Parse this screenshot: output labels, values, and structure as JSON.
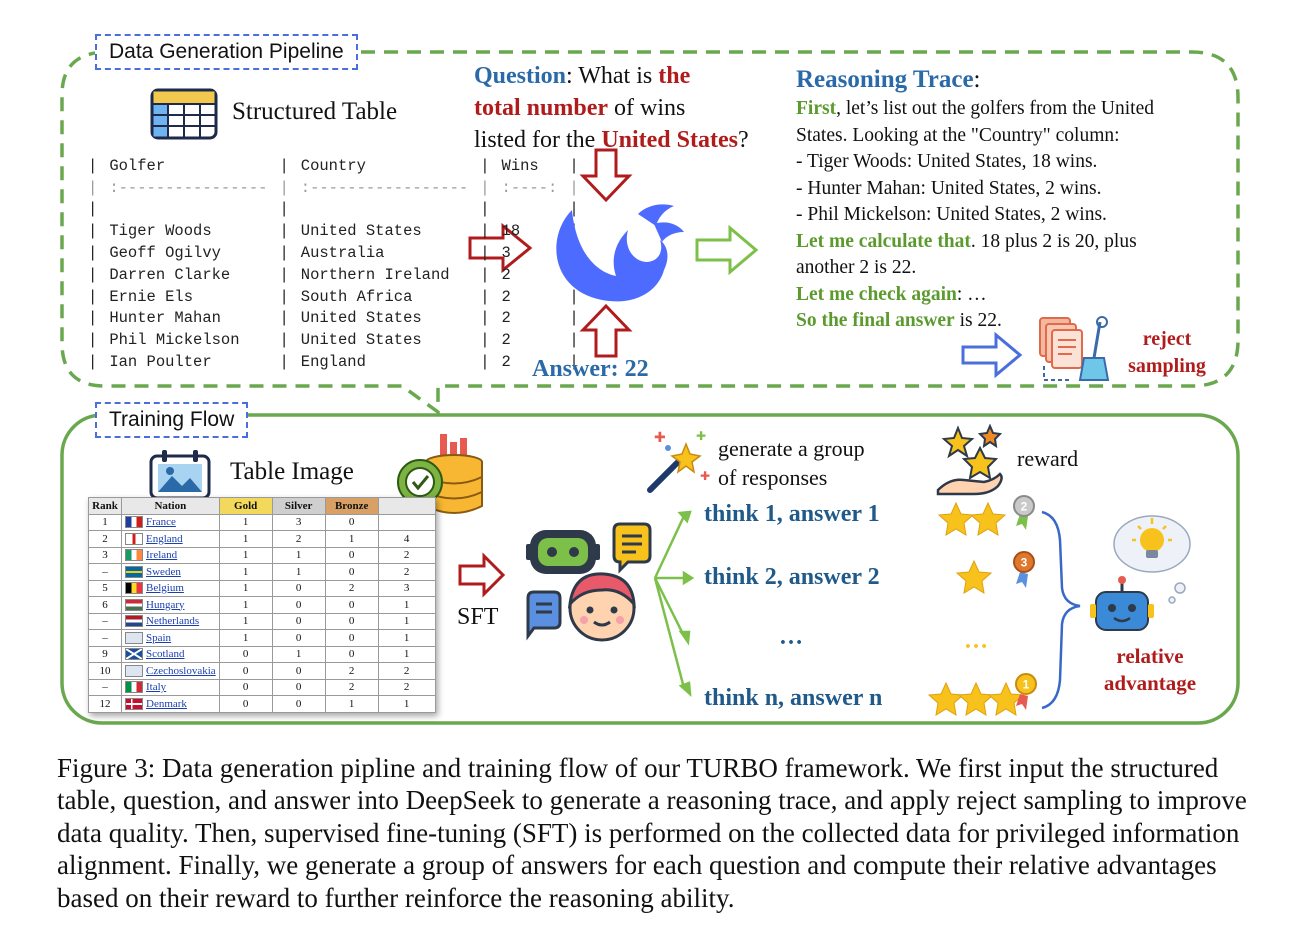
{
  "pipeline": {
    "tag": "Data Generation Pipeline",
    "structured_table_label": "Structured Table",
    "table": {
      "headers": [
        "Golfer",
        "Country",
        "Wins"
      ],
      "separator": [
        ":----------------",
        ":-----------------",
        ":----:"
      ],
      "rows": [
        [
          "Tiger Woods",
          "United States",
          "18"
        ],
        [
          "Geoff Ogilvy",
          "Australia",
          "3"
        ],
        [
          "Darren Clarke",
          "Northern Ireland",
          "2"
        ],
        [
          "Ernie Els",
          "South Africa",
          "2"
        ],
        [
          "Hunter Mahan",
          "United States",
          "2"
        ],
        [
          "Phil Mickelson",
          "United States",
          "2"
        ],
        [
          "Ian Poulter",
          "England",
          "2"
        ]
      ]
    },
    "question": {
      "label": "Question",
      "p1": ": What is ",
      "h1": "the",
      "h2": "total number",
      "p2": " of wins",
      "p3": "listed for the ",
      "h3": "United States",
      "p4": "?"
    },
    "answer": "Answer: 22",
    "trace": {
      "title": "Reasoning Trace",
      "colon": ":",
      "l1a": "First",
      "l1b": ", let’s list out the golfers from the United",
      "l2": "States. Looking at the \"Country\" column:",
      "l3": "- Tiger Woods: United States, 18 wins.",
      "l4": "- Hunter Mahan: United States, 2 wins.",
      "l5": "- Phil Mickelson: United States, 2 wins.",
      "l6a": "Let me calculate that",
      "l6b": ". 18 plus 2 is 20, plus",
      "l7": "another 2 is 22.",
      "l8a": "Let me check again",
      "l8b": ": …",
      "l9a": "So the final answer",
      "l9b": " is 22."
    },
    "reject_1": "reject",
    "reject_2": "sampling"
  },
  "training": {
    "tag": "Training Flow",
    "table_image_label": "Table Image",
    "medal_table": {
      "headers": [
        "Rank",
        "Nation",
        "Gold",
        "Silver",
        "Bronze",
        ""
      ],
      "rows": [
        [
          "1",
          "France",
          "1",
          "3",
          "0",
          ""
        ],
        [
          "2",
          "England",
          "1",
          "2",
          "1",
          "4"
        ],
        [
          "3",
          "Ireland",
          "1",
          "1",
          "0",
          "2"
        ],
        [
          "–",
          "Sweden",
          "1",
          "1",
          "0",
          "2"
        ],
        [
          "5",
          "Belgium",
          "1",
          "0",
          "2",
          "3"
        ],
        [
          "6",
          "Hungary",
          "1",
          "0",
          "0",
          "1"
        ],
        [
          "–",
          "Netherlands",
          "1",
          "0",
          "0",
          "1"
        ],
        [
          "–",
          "Spain",
          "1",
          "0",
          "0",
          "1"
        ],
        [
          "9",
          "Scotland",
          "0",
          "1",
          "0",
          "1"
        ],
        [
          "10",
          "Czechoslovakia",
          "0",
          "0",
          "2",
          "2"
        ],
        [
          "–",
          "Italy",
          "0",
          "0",
          "2",
          "2"
        ],
        [
          "12",
          "Denmark",
          "0",
          "0",
          "1",
          "1"
        ]
      ]
    },
    "sft": "SFT",
    "generate_1": "generate a group",
    "generate_2": "of responses",
    "reward": "reward",
    "thinks": [
      "think 1, answer 1",
      "think 2, answer 2",
      "…",
      "think n, answer n"
    ],
    "stars_dots": "…",
    "medals": [
      "2",
      "3",
      "1"
    ],
    "relative_1": "relative",
    "relative_2": "advantage"
  },
  "caption": {
    "text": "Figure 3: Data generation pipline and training flow of our TURBO framework. We first input the structured table, question, and answer into DeepSeek to generate a reasoning trace, and apply reject sampling to improve data quality. Then, supervised fine-tuning (SFT) is performed on the collected data for privileged information alignment. Finally, we generate a group of answers for each question and compute their relative advantages based on their reward to further reinforce the reasoning ability."
  },
  "colors": {
    "green_border": "#6aa84f",
    "tag_border": "#4a6fdc",
    "red_arrow": "#b01c1c",
    "green_arrow": "#7cc04a",
    "blue_arrow": "#4a6fdc",
    "think_blue": "#1f5a8a",
    "highlight_red": "#b01c1c",
    "trace_green": "#5c9a2e",
    "whale_blue": "#4d6bfe",
    "star_gold": "#f7c21c"
  }
}
